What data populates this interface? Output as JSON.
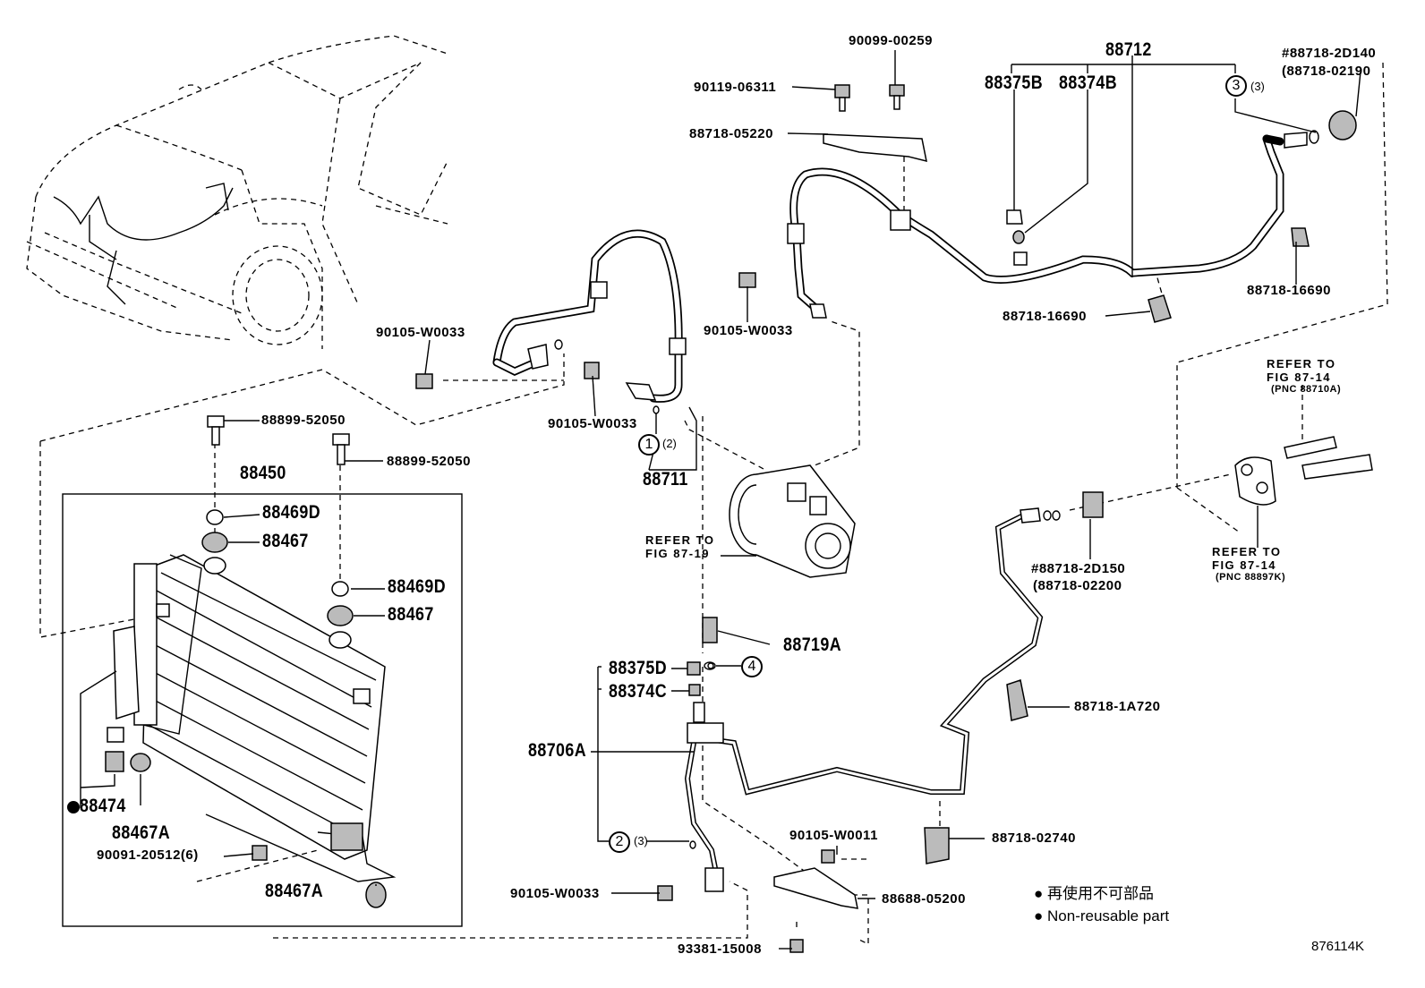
{
  "diagram_id": "876114K",
  "legend": {
    "items": [
      {
        "symbol": "●",
        "text": "再使用不可部品"
      },
      {
        "symbol": "●",
        "text": "Non-reusable part"
      }
    ]
  },
  "circle_refs": {
    "c1": {
      "num": "1",
      "qty": "(2)"
    },
    "c2": {
      "num": "2",
      "qty": "(3)"
    },
    "c3": {
      "num": "3",
      "qty": "(3)"
    },
    "c4": {
      "num": "4"
    }
  },
  "labels": {
    "p90099_00259": "90099-00259",
    "p90119_06311": "90119-06311",
    "p88718_05220": "88718-05220",
    "p88712": "88712",
    "p88375B": "88375B",
    "p88374B": "88374B",
    "p88718_2D140": "#88718-2D140",
    "p88718_02190": "(88718-02190",
    "p88718_16690_a": "88718-16690",
    "p88718_16690_b": "88718-16690",
    "p90105_W0033_a": "90105-W0033",
    "p90105_W0033_b": "90105-W0033",
    "p90105_W0033_c": "90105-W0033",
    "p90105_W0033_d": "90105-W0033",
    "p88899_52050_a": "88899-52050",
    "p88899_52050_b": "88899-52050",
    "p88711": "88711",
    "p88450": "88450",
    "p88469D_a": "88469D",
    "p88467_a": "88467",
    "p88469D_b": "88469D",
    "p88467_b": "88467",
    "ref87_19_a": "REFER TO",
    "ref87_19_b": "FIG 87-19",
    "ref87_14a_a": "REFER TO",
    "ref87_14a_b": "FIG 87-14",
    "ref87_14a_c": "(PNC 88710A)",
    "ref87_14b_a": "REFER TO",
    "ref87_14b_b": "FIG 87-14",
    "ref87_14b_c": "(PNC 88897K)",
    "p88718_2D150": "#88718-2D150",
    "p88718_02200": "(88718-02200",
    "p88719A": "88719A",
    "p88375D": "88375D",
    "p88374C": "88374C",
    "p88706A": "88706A",
    "p88718_1A720": "88718-1A720",
    "p88474": "88474",
    "p88467A_a": "88467A",
    "p88467A_b": "88467A",
    "p90091_20512": "90091-20512(6)",
    "p90105_W0011": "90105-W0011",
    "p88718_02740": "88718-02740",
    "p88688_05200": "88688-05200",
    "p93381_15008": "93381-15008"
  }
}
